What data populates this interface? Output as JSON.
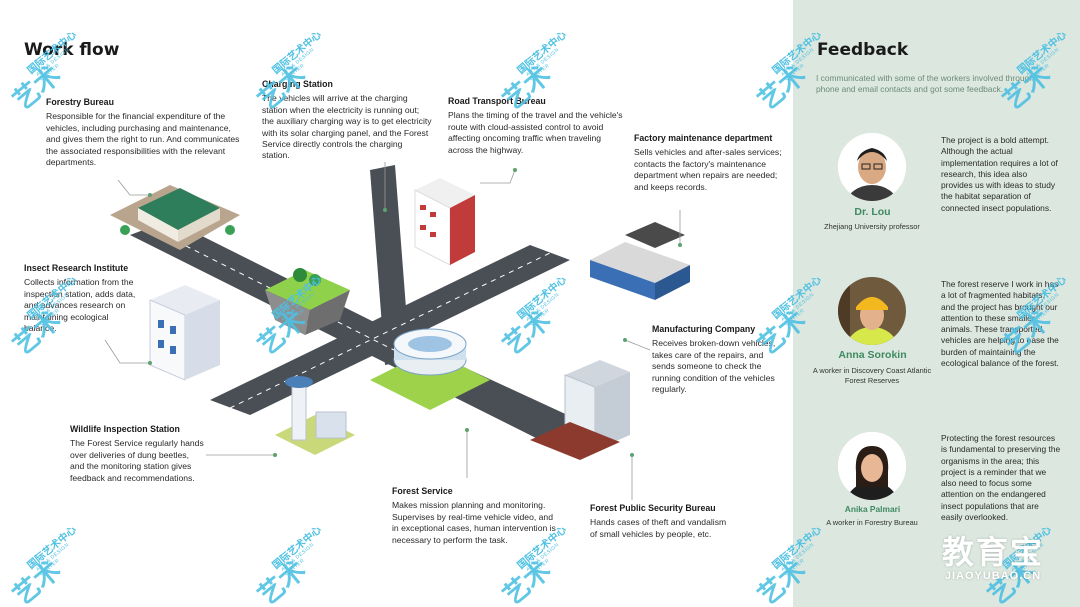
{
  "workflow": {
    "title": "Work flow",
    "stations": [
      {
        "key": "forestry",
        "title": "Forestry Bureau",
        "text": "Responsible for the financial expenditure of the vehicles, including purchasing and maintenance, and gives them the right to run. And communicates the associated responsibilities with the relevant departments."
      },
      {
        "key": "charging",
        "title": "Charging Station",
        "text": "The vehicles will arrive at the charging station when the electricity is running out; the auxiliary charging way is to get electricity with its solar charging panel, and the Forest Service directly controls the charging station."
      },
      {
        "key": "road",
        "title": "Road Transport Bureau",
        "text": "Plans the timing of the travel and the vehicle's route with cloud-assisted control to avoid affecting oncoming traffic when traveling across the highway."
      },
      {
        "key": "factory",
        "title": "Factory maintenance department",
        "text": "Sells vehicles and after-sales services; contacts the factory's maintenance department when repairs are needed; and keeps records."
      },
      {
        "key": "insect",
        "title": "Insect Research Institute",
        "text": "Collects information from the inspection station, adds data, and advances research on maintaining ecological balance."
      },
      {
        "key": "manufacturing",
        "title": "Manufacturing Company",
        "text": "Receives broken-down vehicles, takes care of the repairs, and sends someone to check the running condition of the vehicles regularly."
      },
      {
        "key": "wildlife",
        "title": "Wildlife Inspection Station",
        "text": "The Forest Service regularly hands over deliveries of dung beetles, and the monitoring station gives feedback and recommendations."
      },
      {
        "key": "forest_service",
        "title": "Forest Service",
        "text": "Makes mission planning and monitoring. Supervises by real-time vehicle video, and in exceptional cases, human intervention is necessary to perform the task."
      },
      {
        "key": "security",
        "title": "Forest Public Security Bureau",
        "text": "Hands cases of theft and vandalism of small vehicles by people, etc."
      }
    ]
  },
  "feedback": {
    "title": "Feedback",
    "intro": "I communicated with some of the workers involved through phone and email contacts and got some feedback.",
    "people": [
      {
        "name": "Dr. Lou",
        "role": "Zhejiang University professor",
        "quote": "The project is a bold attempt. Although the actual implementation requires a lot of research, this idea also provides us with ideas to study the habitat separation of connected insect populations."
      },
      {
        "name": "Anna Sorokin",
        "role": "A worker in Discovery Coast Atlantic Forest Reserves",
        "quote": "The forest reserve I work in has a lot of fragmented habitats, and the project has brought our attention to these smaller animals. These transported vehicles are helping to ease the burden of maintaining the ecological balance of the forest."
      },
      {
        "name": "Anika Palmari",
        "role": "A worker in Forestry Bureau",
        "quote": "Protecting the forest resources is fundamental to preserving the organisms in the area; this project is a reminder that we also need to focus some attention on the endangered insect populations that are easily overlooked."
      }
    ]
  },
  "watermark": {
    "mark": "艺术",
    "cn": "国际艺术中心",
    "en": "ART & DESIGN CENTER"
  },
  "brand": {
    "cn": "教育宝",
    "en": "JIAOYUBAO.CN"
  },
  "colors": {
    "panel": "#dbe7df",
    "accent_green": "#3f8a61",
    "watermark": "#4fc1e3",
    "road": "#4a4f55",
    "grass": "#9ed24a"
  }
}
